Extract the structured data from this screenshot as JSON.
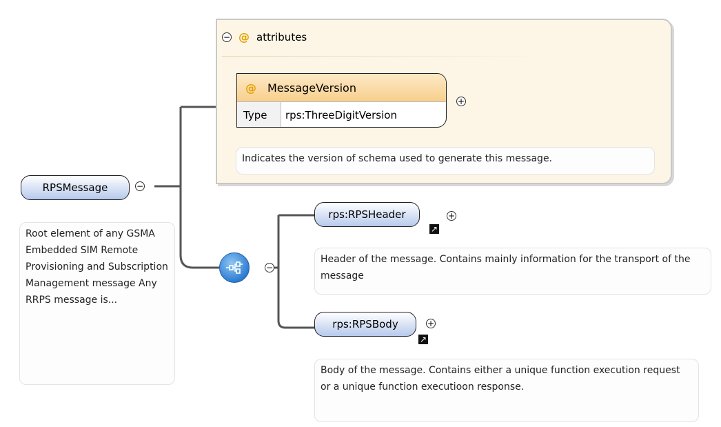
{
  "root": {
    "label": "RPSMessage",
    "toggle": "−",
    "doc": "Root element of any GSMA Embedded SIM Remote Provisioning and Subscription Management message Any RRPS message is..."
  },
  "attributes": {
    "toggle": "−",
    "at_symbol": "@",
    "label": "attributes",
    "items": [
      {
        "at_symbol": "@",
        "name": "MessageVersion",
        "type_key": "Type",
        "type_value": "rps:ThreeDigitVersion",
        "toggle": "+",
        "doc": "Indicates the version of schema used to generate this message."
      }
    ]
  },
  "sequence": {
    "icon": "sequence-compositor-icon",
    "toggle": "−"
  },
  "children": [
    {
      "label": "rps:RPSHeader",
      "ref_mark": "↗",
      "toggle": "+",
      "doc": "Header of the message. Contains mainly information for the transport of the message"
    },
    {
      "label": "rps:RPSBody",
      "ref_mark": "↗",
      "toggle": "+",
      "doc": "Body of the message. Contains either a unique function execution request or a unique function executioon response."
    }
  ],
  "colors": {
    "element_gradient_bottom": "#b6c9ec",
    "attribute_panel": "#fdf5e6",
    "attribute_title": "#f8cf8c",
    "sequence_blue": "#2f7dd3",
    "at_symbol": "#e3a200"
  }
}
